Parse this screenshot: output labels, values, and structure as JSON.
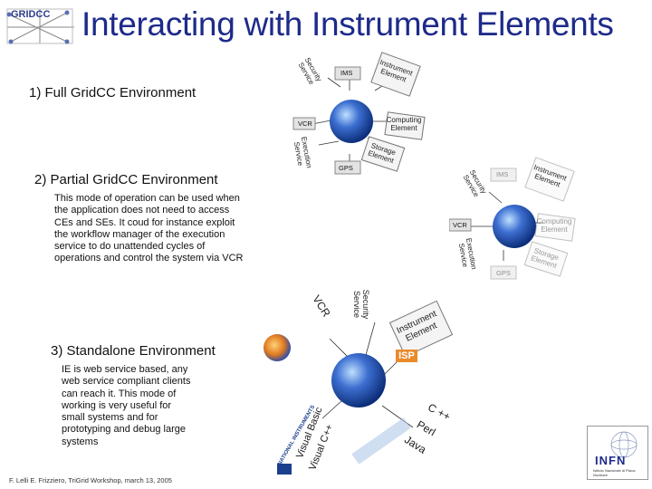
{
  "header": {
    "logo_text": "GRIDCC",
    "title": "Interacting with Instrument Elements"
  },
  "sections": {
    "full": "1) Full GridCC Environment",
    "partial": "2) Partial GridCC Environment",
    "partial_desc": "This mode of operation can be used when the application does not need to access CEs and SEs. It coud for instance exploit the workflow manager of the execution service to do unattended cycles of operations and control the system via VCR",
    "standalone": "3) Standalone Environment",
    "standalone_desc": "IE is web service based, any web service compliant clients can reach it. This mode of working is very useful for small systems and for prototyping and debug large systems"
  },
  "diagram1": {
    "ims": "IMS",
    "security": "Security Service",
    "instrument": "Instrument Element",
    "vcr": "VCR",
    "computing": "Computing Element",
    "execution": "Execution Service",
    "storage": "Storage Element",
    "gps": "GPS"
  },
  "diagram2": {
    "ims": "IMS",
    "security": "Security Service",
    "instrument": "Instrument Element",
    "vcr": "VCR",
    "computing": "Computing Element",
    "execution": "Execution Service",
    "storage": "Storage Element",
    "gps": "GPS"
  },
  "diagram3": {
    "vcr": "VCR",
    "security": "Security Service",
    "instrument": "Instrument Element",
    "isp": "ISP",
    "c_plus": "C ++",
    "perl": "Perl",
    "java": "Java",
    "visual_basic": "Visual Basic",
    "visual_cpp": "Visual C++",
    "ni_logo": "NATIONAL INSTRUMENTS"
  },
  "footer": {
    "credit": "F. Lelli E. Frizziero, TriGrid Workshop, march 13, 2005"
  },
  "infn_logo": {
    "name": "INFN",
    "subtitle": "Istituto Nazionale di Fisica Nucleare"
  },
  "colors": {
    "title": "#1d2a8a",
    "globe": "#3d6fd1",
    "isp": "#e98b2c",
    "box_fill": "#e3e3e3"
  }
}
